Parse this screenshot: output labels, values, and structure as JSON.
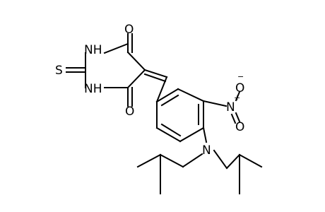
{
  "structure": {
    "atoms": [
      {
        "id": "o_top",
        "symbol": "O"
      },
      {
        "id": "nh_top",
        "symbol": "NH"
      },
      {
        "id": "s",
        "symbol": "S"
      },
      {
        "id": "nh_bottom",
        "symbol": "NH"
      },
      {
        "id": "o_bottom",
        "symbol": "O"
      },
      {
        "id": "n_nitro",
        "symbol": "N",
        "charge": "+"
      },
      {
        "id": "o_nitro_minus",
        "symbol": "O",
        "charge": "−"
      },
      {
        "id": "o_nitro",
        "symbol": "O"
      },
      {
        "id": "n_amine",
        "symbol": "N"
      }
    ]
  }
}
